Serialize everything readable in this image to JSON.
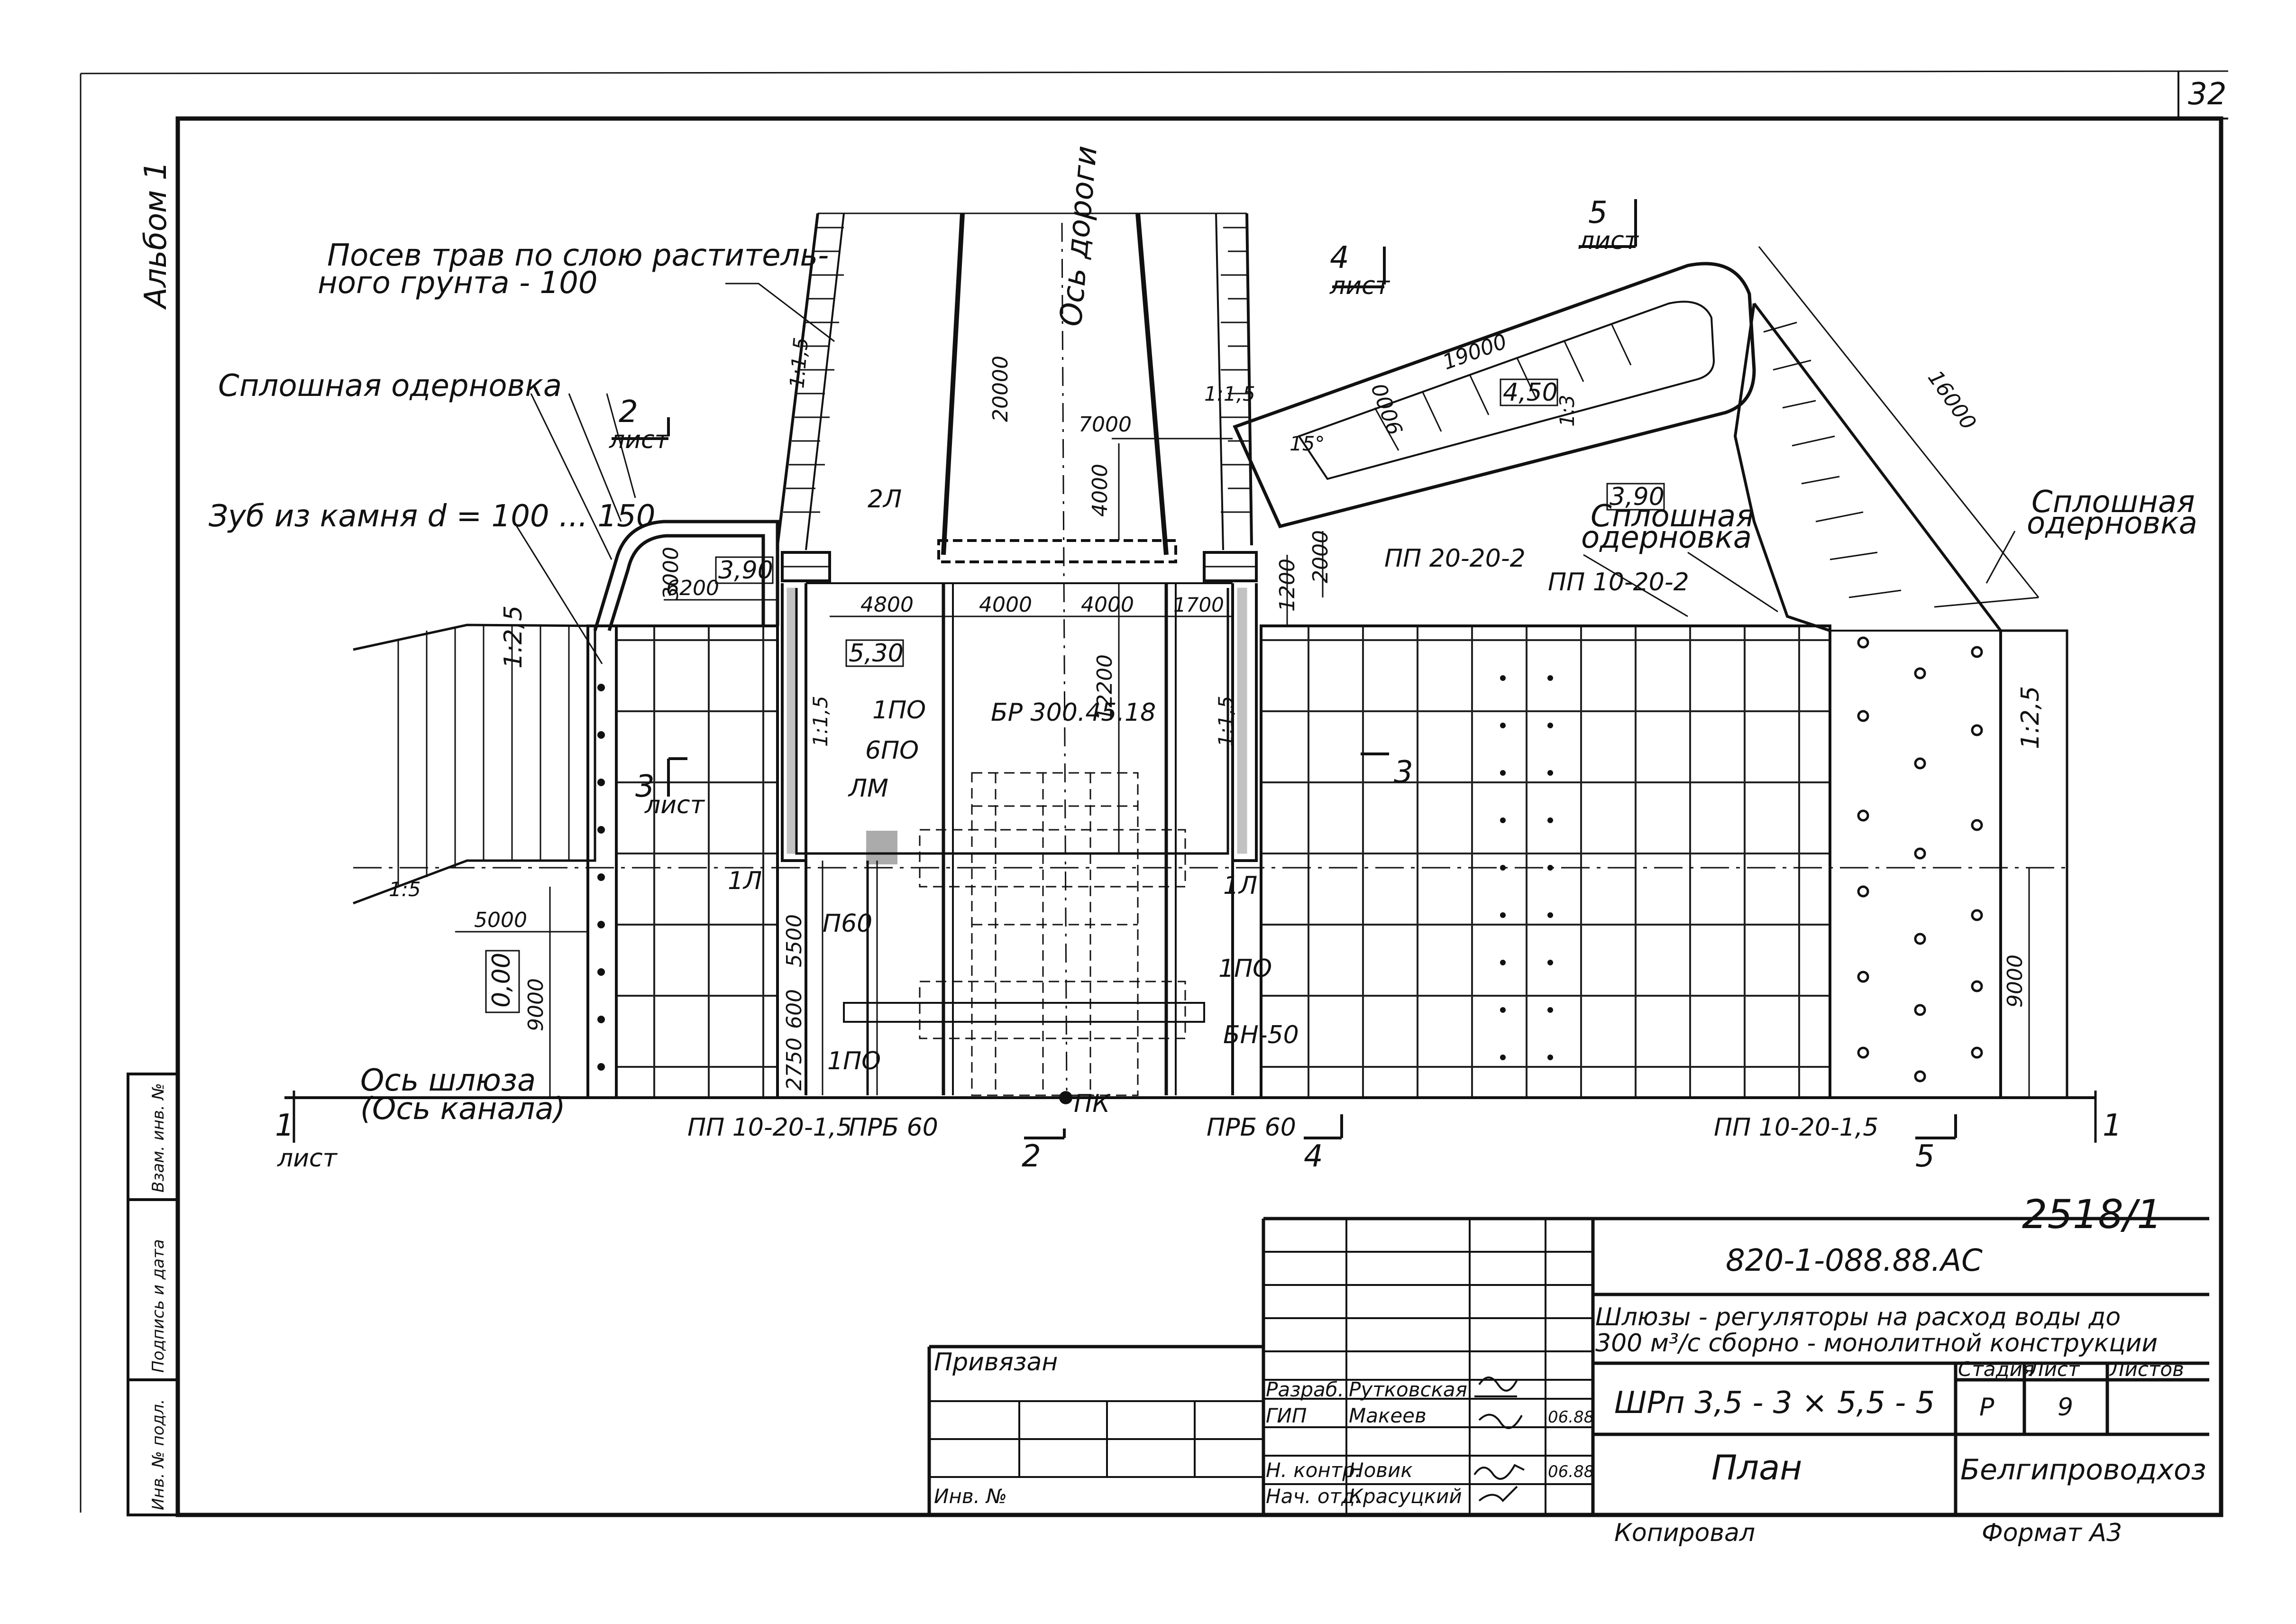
{
  "page_number": "32",
  "album_label": "Альбом 1",
  "stamp_number": "2518/1",
  "side_stamp": [
    "Инв. № подл.",
    "Подпись и дата",
    "Взам. инв. №"
  ],
  "callouts": {
    "grass": [
      "Посев трав по слою раститель-",
      "ного грунта - 100"
    ],
    "solid_sod_left": "Сплошная одерновка",
    "solid_sod_mid": [
      "Сплошная",
      "одерновка"
    ],
    "solid_sod_right": [
      "Сплошная",
      "одерновка"
    ],
    "stone_tooth": "Зуб из камня  d = 100 ... 150",
    "road_axis": "Ось дороги",
    "lock_axis": [
      "Ось шлюза",
      "(Ось канала)"
    ],
    "pk": "ПК"
  },
  "elements": {
    "2L": "2Л",
    "1PO_a": "1ПО",
    "6PO": "6ПО",
    "BR": "БР 300.45.18",
    "LM": "ЛМ",
    "1L_a": "1Л",
    "1L_b": "1Л",
    "P60": "П60",
    "1PO_b": "1ПО",
    "1PO_c": "1ПО",
    "BN50": "БН-50",
    "PRB60_a": "ПРБ 60",
    "PRB60_b": "ПРБ 60",
    "PP20": "ПП 20-20-2",
    "PP10_top": "ПП 10-20-2",
    "PP10_left": "ПП 10-20-1,5",
    "PP10_right": "ПП 10-20-1,5"
  },
  "levels": {
    "l390a": "3,90",
    "l390b": "3,90",
    "l530": "5,30",
    "l450": "4,50",
    "l000": "0,00"
  },
  "slopes": {
    "s15_a": "1:1,5",
    "s15_b": "1:1,5",
    "s15_c": "1:1,5",
    "s15_d": "1:1,5",
    "s25_l": "1:2,5",
    "s25_r": "1:2,5",
    "s5": "1:5",
    "s3": "1:3"
  },
  "dims": {
    "d20000": "20000",
    "d7000": "7000",
    "d4000v": "4000",
    "d12200": "12200",
    "d4800": "4800",
    "d4000a": "4000",
    "d4000b": "4000",
    "d1700": "1700",
    "d3000": "3000",
    "d6200": "6200",
    "d1200": "1200",
    "d2000": "2000",
    "d19000": "19000",
    "d9000r": "9000",
    "d16000": "16000",
    "d5000": "5000",
    "d9000l": "9000",
    "d9000rr": "9000",
    "d5500": "5500",
    "d600": "600",
    "d2750": "2750",
    "angle": "15°"
  },
  "sections": {
    "s2": "2",
    "s4": "4",
    "s5": "5",
    "s3": "3",
    "s1l": "1",
    "s1r": "1",
    "b2": "2",
    "b4": "4",
    "b5": "5",
    "t3": "3",
    "list": "лист"
  },
  "title_block": {
    "code": "820-1-088.88.АС",
    "title_line1": "Шлюзы - регуляторы на расход воды  до",
    "title_line2": "300 м³/с  сборно - монолитной конструкции",
    "designation": "ШРп 3,5 - 3 × 5,5 - 5",
    "sheet_name": "План",
    "org": "Белгипроводхоз",
    "stage_h": "Стадия",
    "sheet_h": "Лист",
    "sheets_h": "Листов",
    "stage": "Р",
    "sheet": "9",
    "sheets": "",
    "privyazan": "Привязан",
    "inv": "Инв. №",
    "roles": [
      "Разраб.",
      "ГИП",
      "Н. контр.",
      "Нач. отд."
    ],
    "names": [
      "Рутковская",
      "Макеев",
      "Новик",
      "Красуцкий"
    ],
    "dates": [
      "",
      "06.88",
      "",
      "06.88"
    ],
    "kopiroval": "Копировал",
    "format": "Формат  А3"
  },
  "colors": {
    "ink": "#111111",
    "paper": "#ffffff"
  }
}
